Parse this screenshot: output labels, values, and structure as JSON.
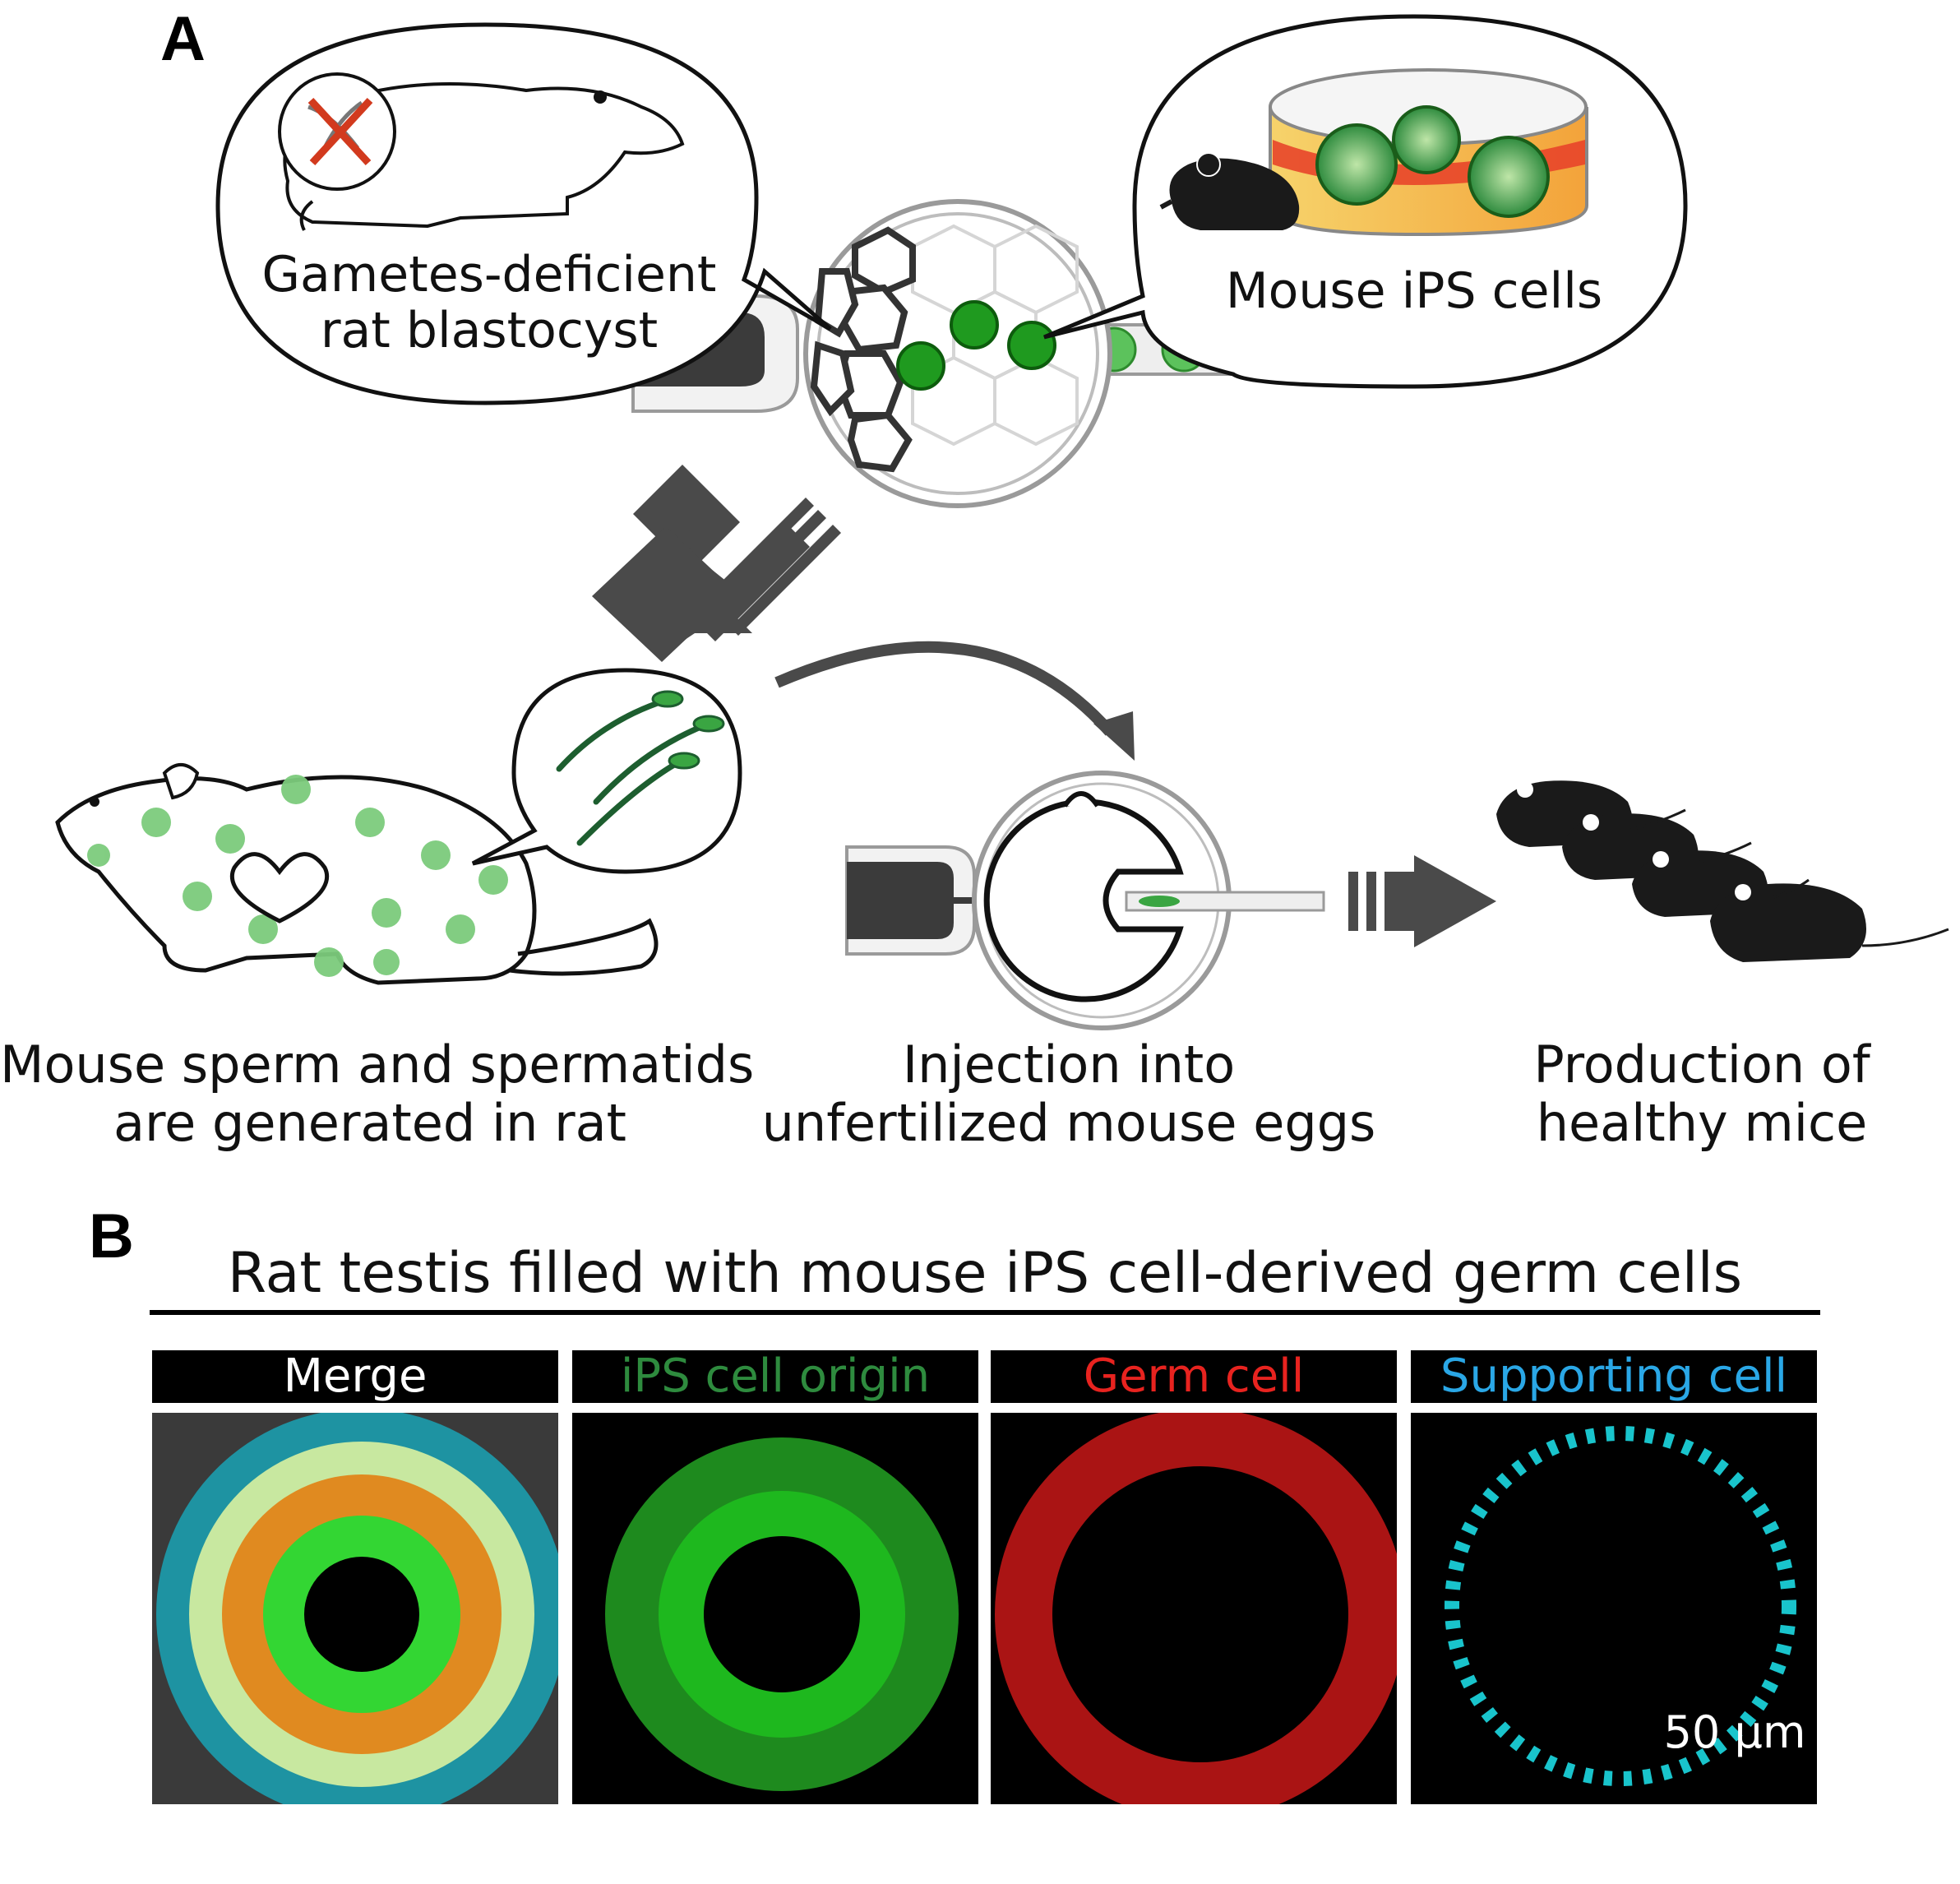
{
  "panel_a": {
    "letter": "A",
    "bubble_left_line1": "Gametes-deficient",
    "bubble_left_line2": "rat blastocyst",
    "bubble_right": "Mouse iPS cells",
    "caption_left_line1": "Mouse sperm and spermatids",
    "caption_left_line2": "are generated in rat",
    "caption_mid_line1": "Injection into",
    "caption_mid_line2": "unfertilized mouse eggs",
    "caption_right_line1": "Production of",
    "caption_right_line2": "healthy mice"
  },
  "panel_b": {
    "letter": "B",
    "title": "Rat testis filled with mouse iPS cell-derived germ cells",
    "headers": [
      {
        "label": "Merge",
        "color": "#ffffff"
      },
      {
        "label": "iPS cell origin",
        "color": "#2e8b3e"
      },
      {
        "label": "Germ cell",
        "color": "#e8231f"
      },
      {
        "label": "Supporting cell",
        "color": "#2aa7e6"
      }
    ],
    "scale_bar": "50 μm"
  },
  "colors": {
    "ips_green": "#1f9a1f",
    "light_green": "#7ccb7c",
    "germ_red": "#ff2a1a",
    "support_cyan": "#19c4cc",
    "arrow_gray": "#4a4a4a"
  }
}
